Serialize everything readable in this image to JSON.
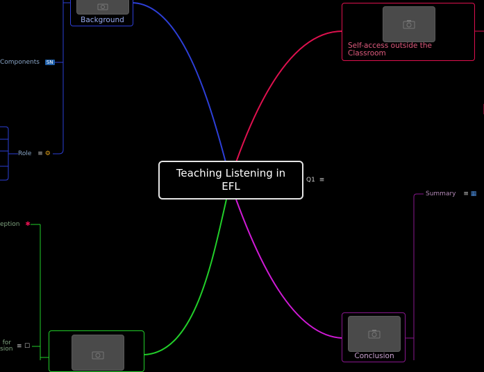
{
  "central": {
    "title": "Teaching Listening in EFL"
  },
  "q1": {
    "label": "Q1"
  },
  "nodes": {
    "background": "Background",
    "self_access": "Self-access outside the Classroom",
    "conclusion": "Conclusion",
    "components": "Components",
    "role": "Role",
    "summary": "Summary",
    "eption": "eption",
    "for_label": "for",
    "sion_label": "sion"
  },
  "badges": {
    "components": "SN"
  },
  "colors": {
    "blue": "#2d3fd8",
    "red": "#e0114f",
    "magenta": "#d01ad6",
    "green": "#22d02a",
    "purple": "#8a178f",
    "steel": "#3a5a9a"
  }
}
